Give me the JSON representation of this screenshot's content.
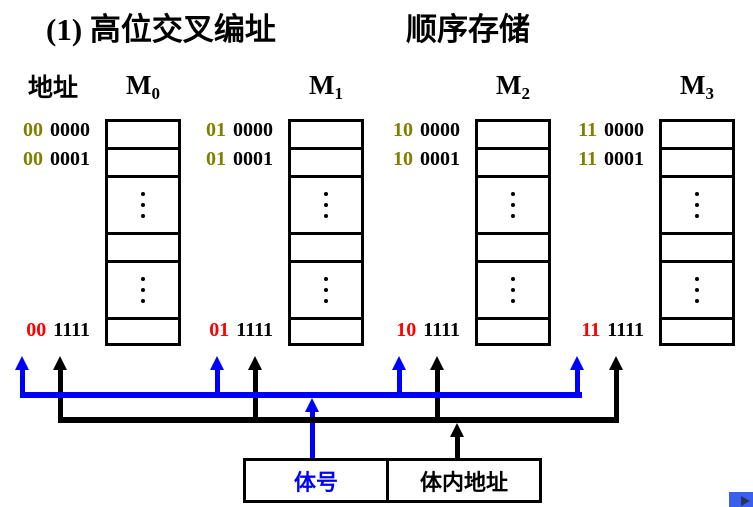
{
  "title": {
    "part1": "(1) 高位交叉编址",
    "part2": "顺序存储"
  },
  "header": {
    "address_label": "地址"
  },
  "modules": [
    {
      "name": "M",
      "subscript": "0",
      "labels": [
        {
          "high": "00",
          "low": "0000"
        },
        {
          "high": "00",
          "low": "0001"
        },
        {
          "high": "00",
          "low": "1111"
        }
      ]
    },
    {
      "name": "M",
      "subscript": "1",
      "labels": [
        {
          "high": "01",
          "low": "0000"
        },
        {
          "high": "01",
          "low": "0001"
        },
        {
          "high": "01",
          "low": "1111"
        }
      ]
    },
    {
      "name": "M",
      "subscript": "2",
      "labels": [
        {
          "high": "10",
          "low": "0000"
        },
        {
          "high": "10",
          "low": "0001"
        },
        {
          "high": "10",
          "low": "1111"
        }
      ]
    },
    {
      "name": "M",
      "subscript": "3",
      "labels": [
        {
          "high": "11",
          "low": "0000"
        },
        {
          "high": "11",
          "low": "0001"
        },
        {
          "high": "11",
          "low": "1111"
        }
      ]
    }
  ],
  "decoder_box": {
    "module_field": "体号",
    "offset_field": "体内地址"
  },
  "colors": {
    "high_bits_top": "#808000",
    "high_bits_bottom": "#ff0000",
    "module_bus_blue": "#0000ff",
    "offset_bus_black": "#000000",
    "nav_button_blue": "#3a5fef"
  }
}
